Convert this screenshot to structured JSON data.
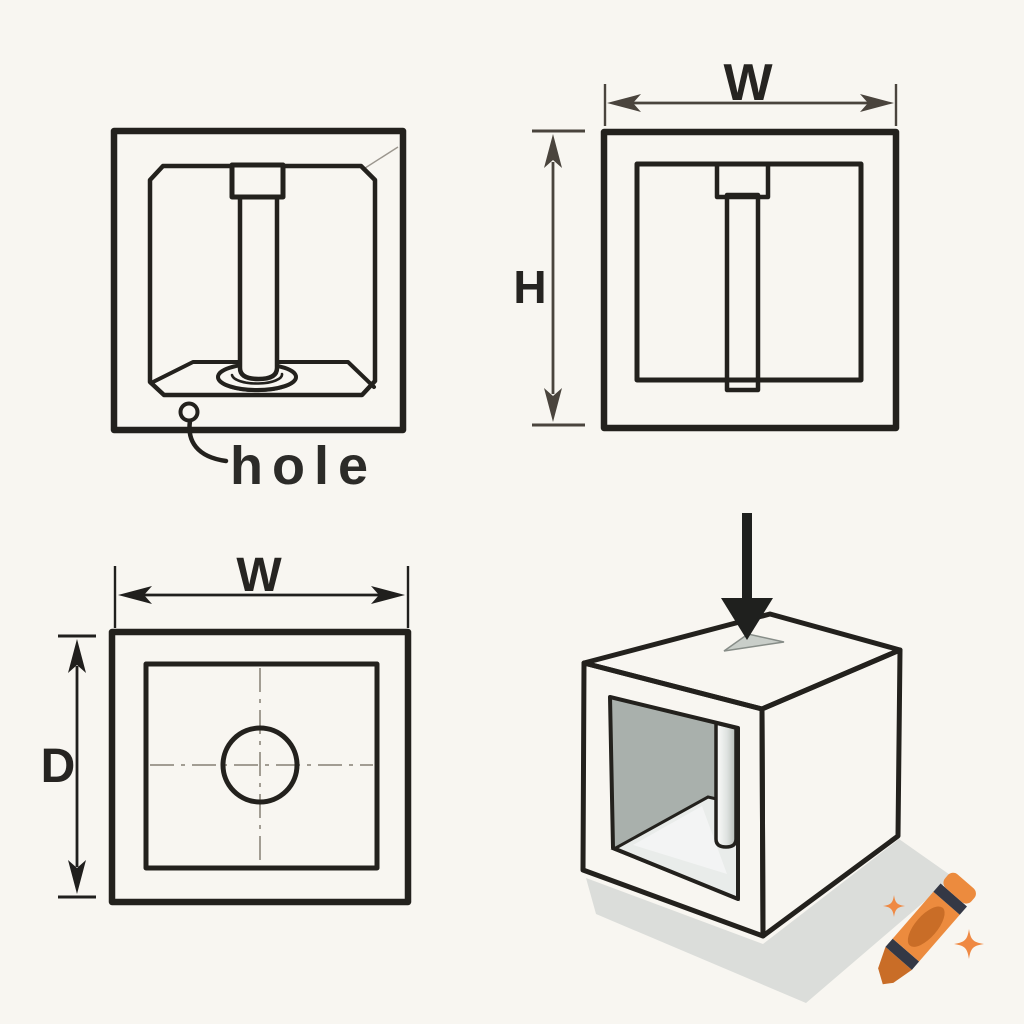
{
  "canvas": {
    "background": "#f8f6f1",
    "ink": "#23211d"
  },
  "views": {
    "front_cutaway": {
      "callout_label": "hole"
    },
    "cross_section": {
      "width_label": "W",
      "height_label": "H"
    },
    "top_view": {
      "width_label": "W",
      "depth_label": "D"
    },
    "isometric": {
      "arrow_icon": "down-arrow"
    }
  },
  "colors": {
    "dimension_brown": "#4a443d",
    "dimension_black": "#201f1d",
    "cube_top": "#eef1ef",
    "cube_front": "#d5dad7",
    "cube_right": "#b0b7b4",
    "cube_interior": "#a9b0ac",
    "cube_floor": "#e9ecea",
    "shadow": "#dbddda"
  },
  "watermark": {
    "icon": "crayon-icon",
    "crayon_color": "#ec8b3e",
    "accent_color": "#c96d27",
    "stripe_color": "#343845",
    "sparkle_color": "#ef8943"
  }
}
